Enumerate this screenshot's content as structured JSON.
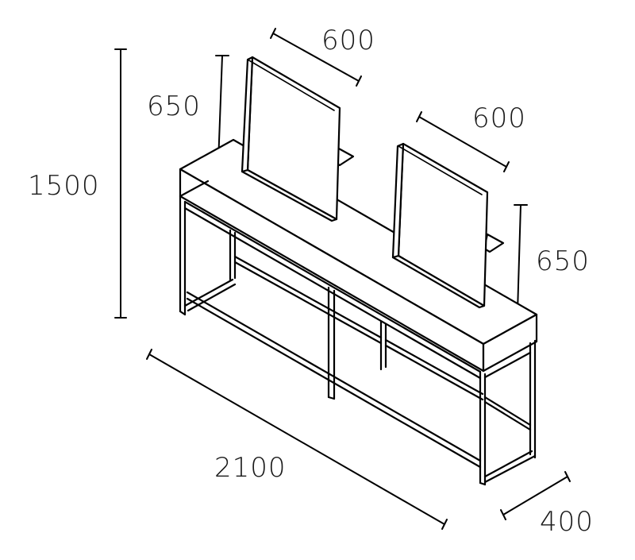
{
  "dimensions": {
    "total_height": "1500",
    "total_width": "2100",
    "depth": "400",
    "mirror_left_width": "600",
    "mirror_left_height": "650",
    "mirror_right_width": "600",
    "mirror_right_height": "650"
  },
  "colors": {
    "line": "#000000",
    "background": "#ffffff",
    "text": "#1a1a1a"
  }
}
